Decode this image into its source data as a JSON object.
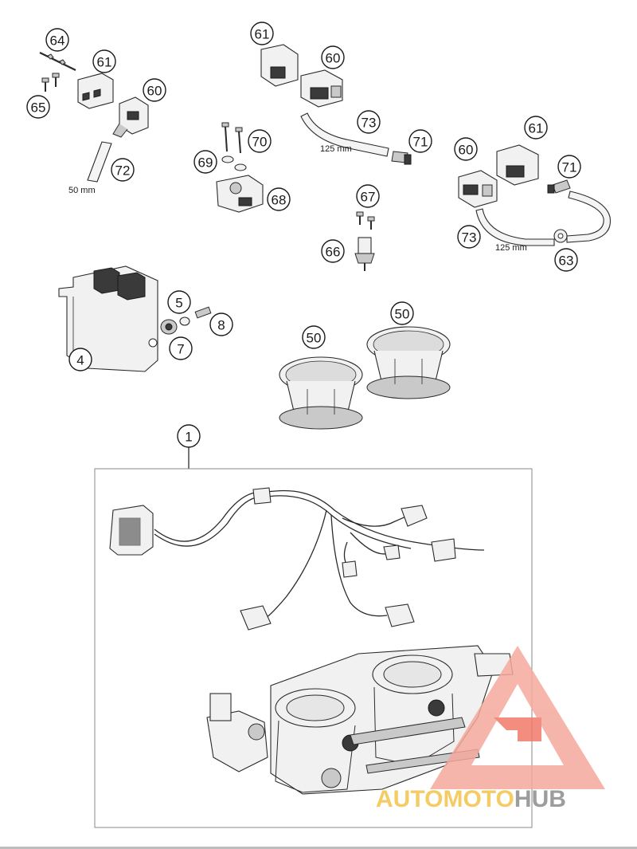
{
  "callouts": {
    "c64": "64",
    "c65": "65",
    "c61a": "61",
    "c60a": "60",
    "c72": "72",
    "c61b": "61",
    "c60b": "60",
    "c73a": "73",
    "c71a": "71",
    "c70": "70",
    "c69": "69",
    "c68": "68",
    "c67": "67",
    "c66": "66",
    "c61c": "61",
    "c60c": "60",
    "c71b": "71",
    "c73b": "73",
    "c63": "63",
    "c5": "5",
    "c8": "8",
    "c7": "7",
    "c4": "4",
    "c50a": "50",
    "c50b": "50",
    "c1": "1"
  },
  "dimensions": {
    "hose_short": "50 mm",
    "hose_long_a": "125 mm",
    "hose_long_b": "125 mm"
  },
  "watermark": {
    "part1": "AUTOMOTO",
    "part2": "HUB",
    "color_brand": "#f07a6a",
    "color_logo": "#f4a99c",
    "color_yellow": "#f4c24a",
    "color_gray": "#8c8c8c"
  }
}
